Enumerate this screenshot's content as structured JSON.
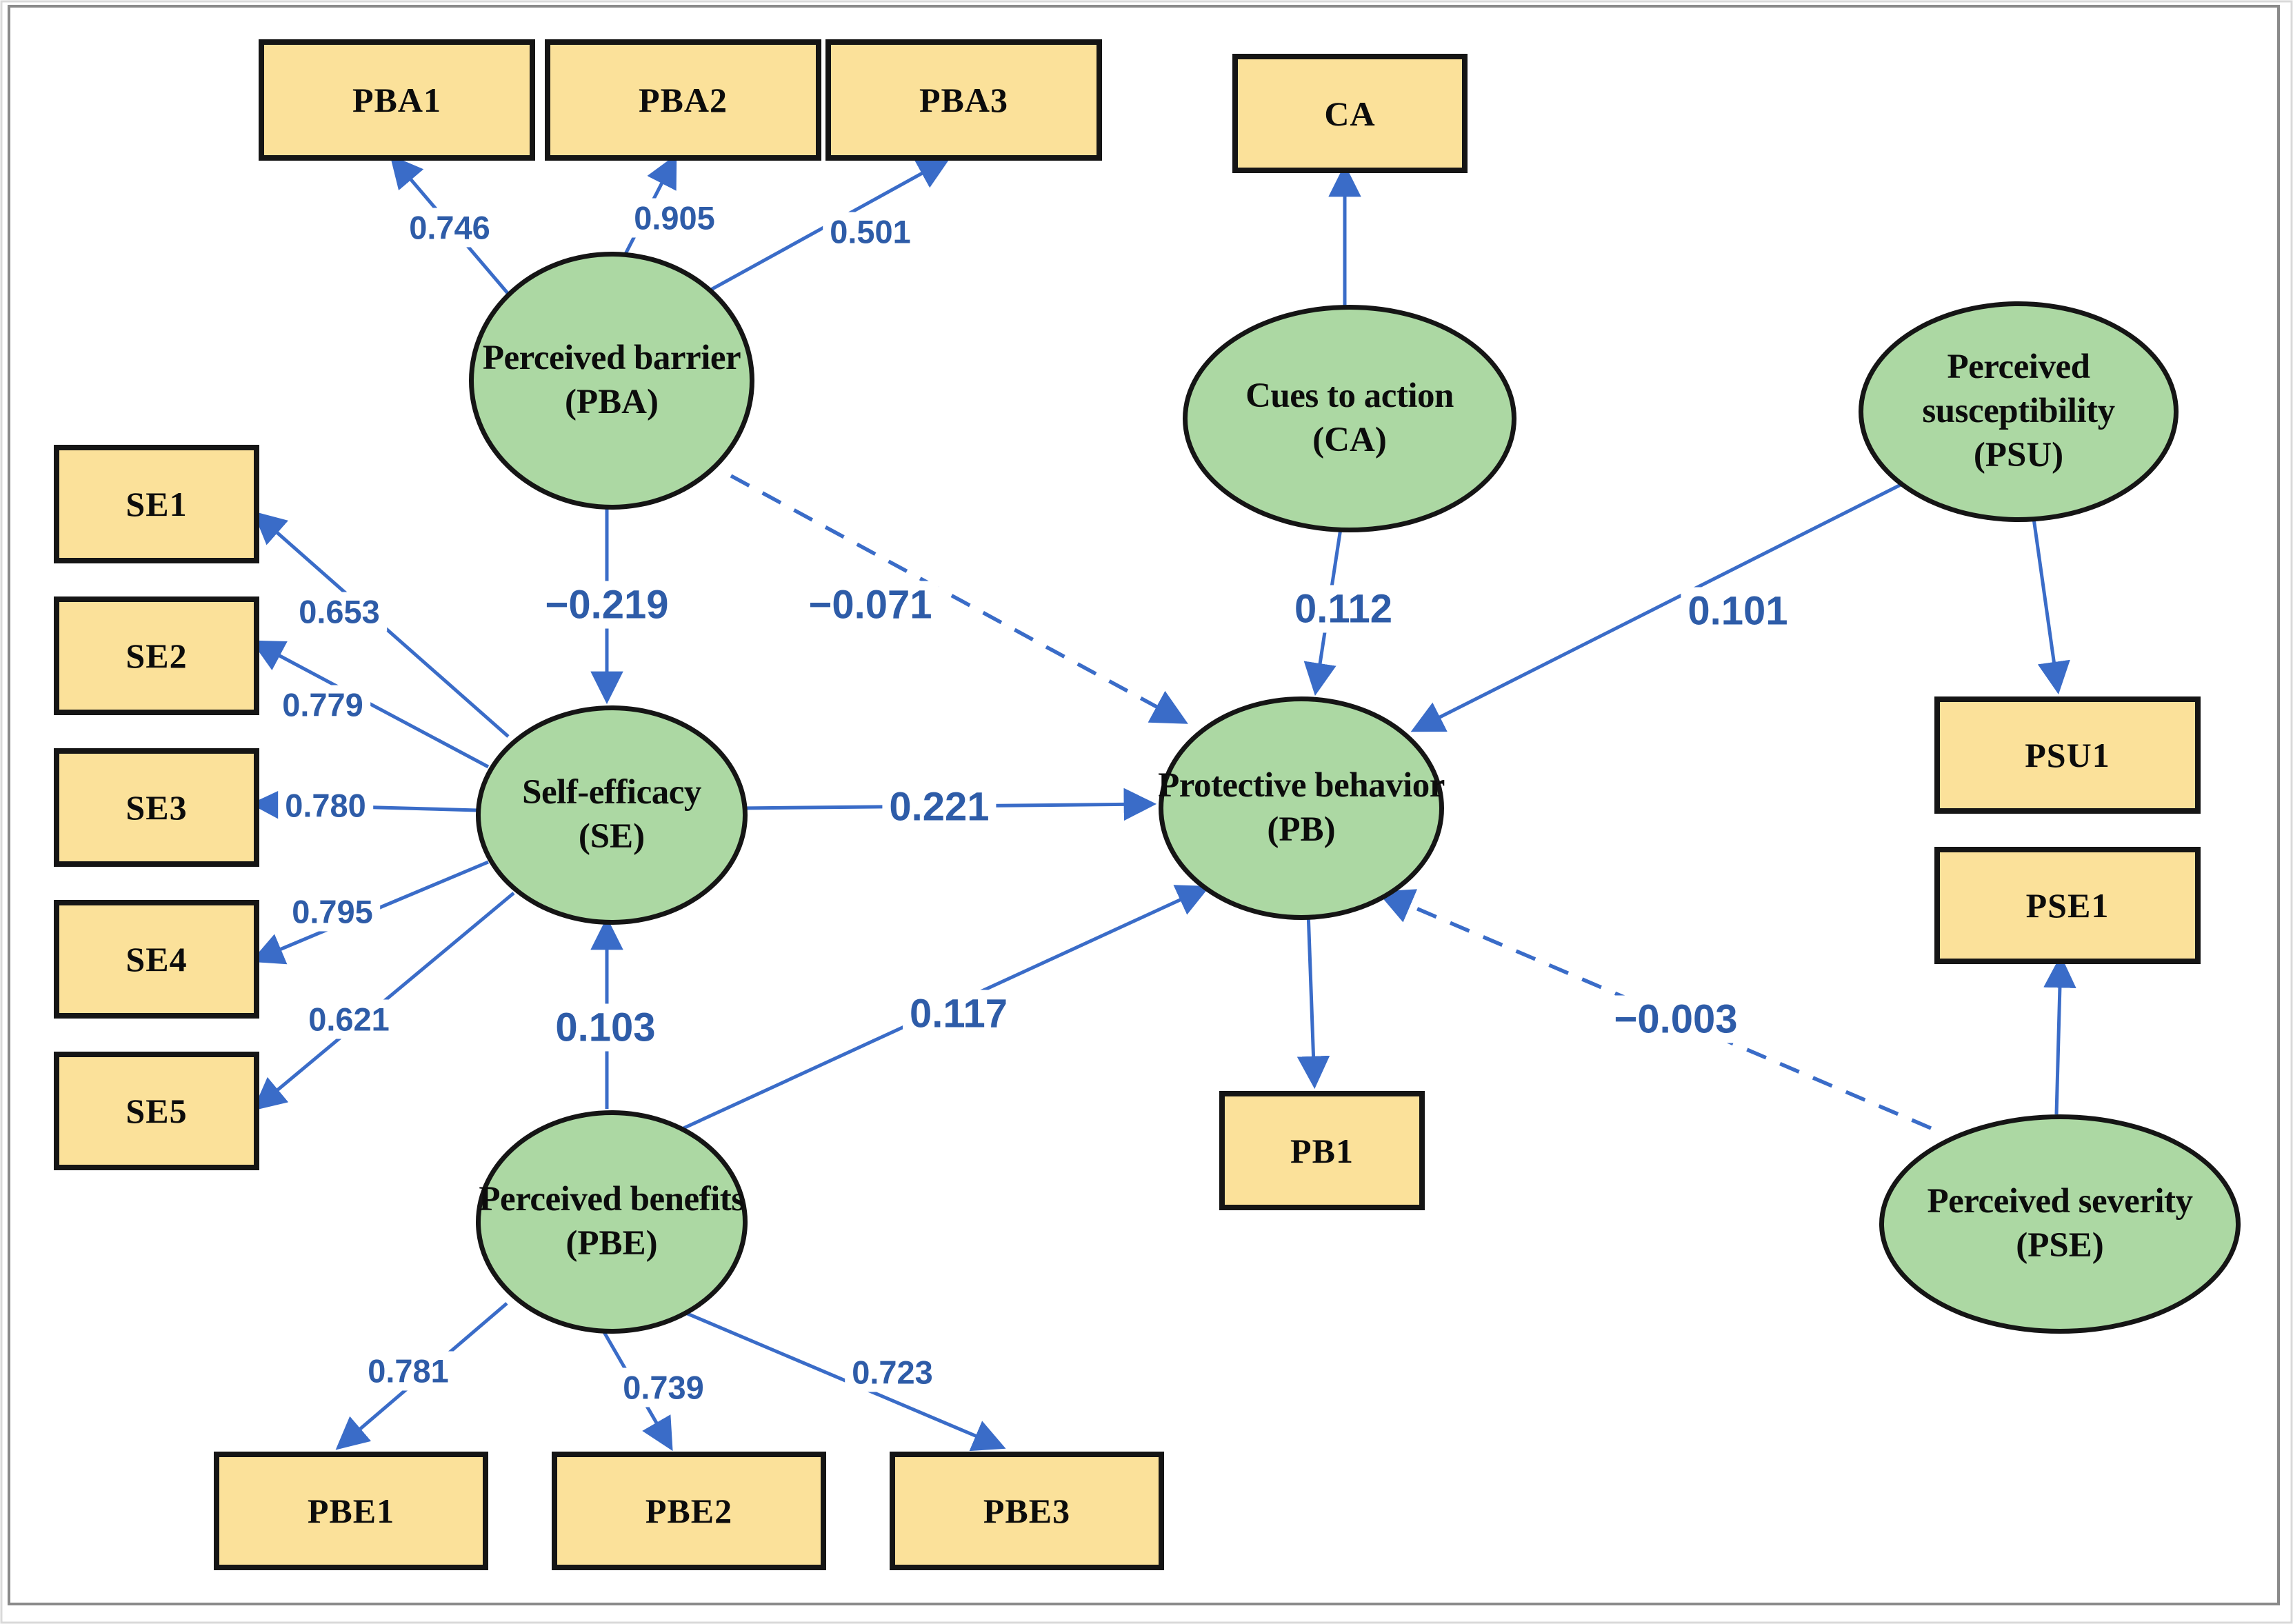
{
  "diagram": {
    "type": "structural-equation-model",
    "colors": {
      "observed_box_fill": "#FBE19A",
      "latent_ellipse_fill": "#ACD8A3",
      "node_border": "#151515",
      "arrow_blue": "#3A6CC8",
      "coefficient_text": "#2E5CA8",
      "frame_gray": "#8a8a8a"
    },
    "latent": {
      "pba": {
        "label": "Perceived barrier",
        "sub": "(PBA)"
      },
      "ca": {
        "label": "Cues to action",
        "sub": "(CA)"
      },
      "psu": {
        "label": "Perceived susceptibility",
        "sub": "(PSU)"
      },
      "se": {
        "label": "Self-efficacy",
        "sub": "(SE)"
      },
      "pb": {
        "label": "Protective behavior",
        "sub": "(PB)"
      },
      "pbe": {
        "label": "Perceived benefits",
        "sub": "(PBE)"
      },
      "pse": {
        "label": "Perceived severity",
        "sub": "(PSE)"
      }
    },
    "observed": {
      "pba1": "PBA1",
      "pba2": "PBA2",
      "pba3": "PBA3",
      "ca1": "CA",
      "se1": "SE1",
      "se2": "SE2",
      "se3": "SE3",
      "se4": "SE4",
      "se5": "SE5",
      "psu1": "PSU1",
      "pse1": "PSE1",
      "pb1": "PB1",
      "pbe1": "PBE1",
      "pbe2": "PBE2",
      "pbe3": "PBE3"
    },
    "loadings": {
      "pba_pba1": "0.746",
      "pba_pba2": "0.905",
      "pba_pba3": "0.501",
      "se_se1": "0.653",
      "se_se2": "0.779",
      "se_se3": "0.780",
      "se_se4": "0.795",
      "se_se5": "0.621",
      "pbe_pbe1": "0.781",
      "pbe_pbe2": "0.739",
      "pbe_pbe3": "0.723"
    },
    "paths": {
      "pba_se": {
        "value": "−0.219",
        "style": "solid"
      },
      "pba_pb": {
        "value": "−0.071",
        "style": "dashed"
      },
      "ca_pb": {
        "value": "0.112",
        "style": "solid"
      },
      "psu_pb": {
        "value": "0.101",
        "style": "solid"
      },
      "se_pb": {
        "value": "0.221",
        "style": "solid"
      },
      "pbe_se": {
        "value": "0.103",
        "style": "solid"
      },
      "pbe_pb": {
        "value": "0.117",
        "style": "solid"
      },
      "pse_pb": {
        "value": "−0.003",
        "style": "dashed"
      }
    }
  }
}
